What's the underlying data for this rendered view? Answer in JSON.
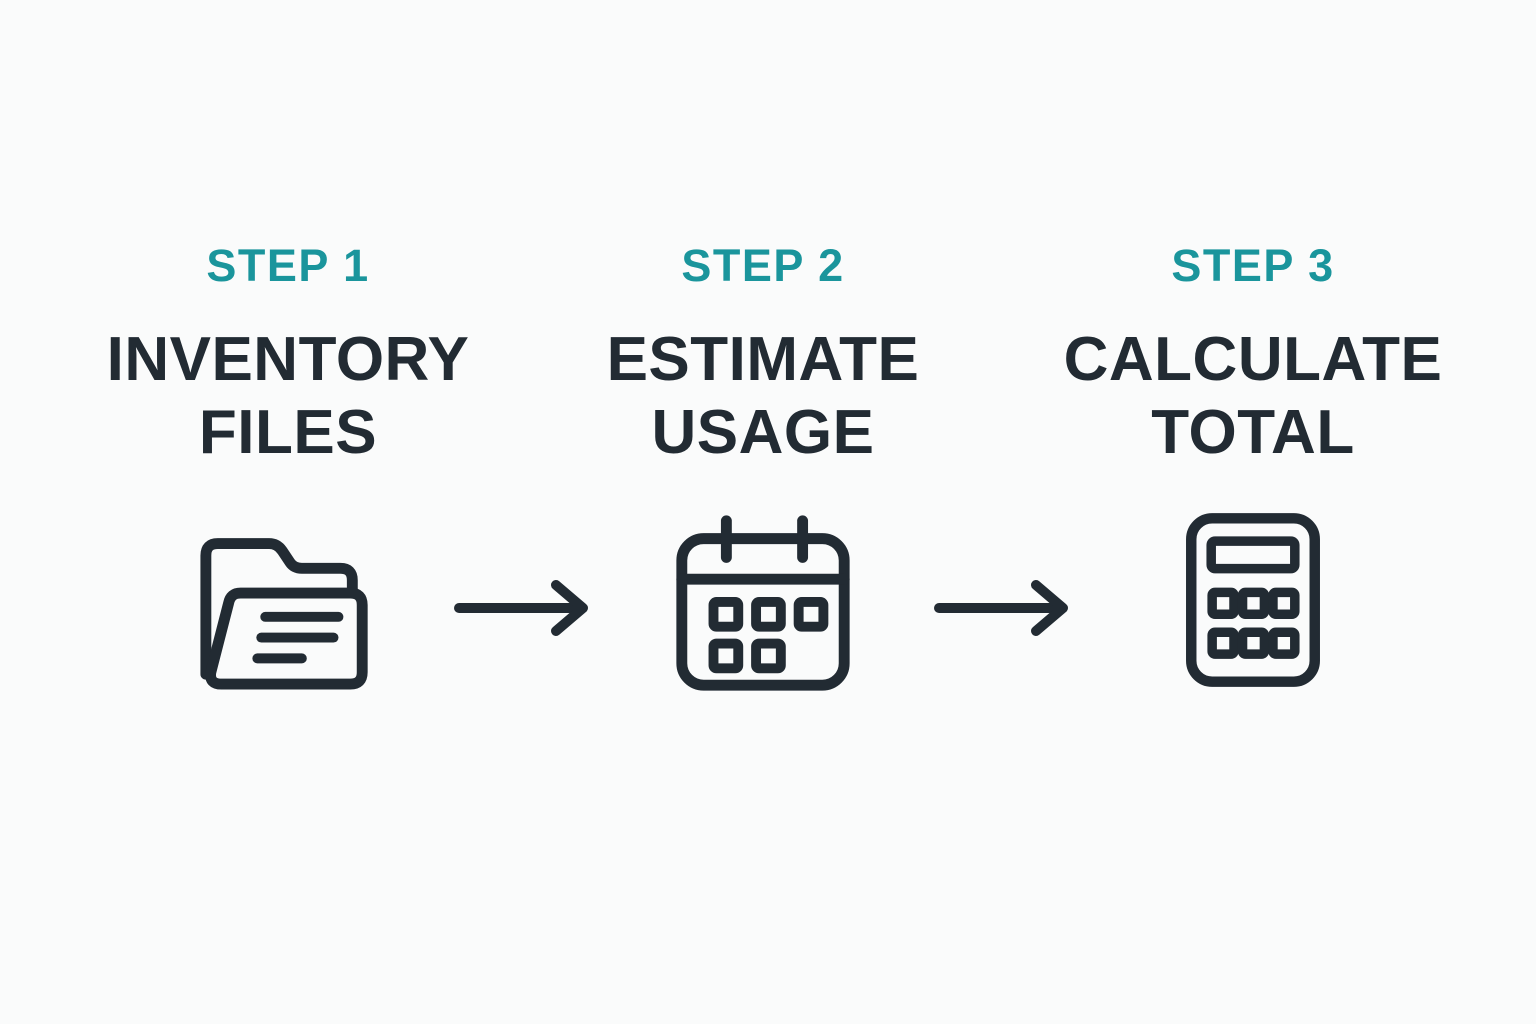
{
  "colors": {
    "accent": "#1A959C",
    "ink": "#222B33",
    "background": "#FAFBFB"
  },
  "diagram": {
    "type": "process-flow",
    "direction": "left-to-right",
    "steps": [
      {
        "label": "STEP 1",
        "title": "INVENTORY\nFILES",
        "icon": "folder-icon"
      },
      {
        "label": "STEP 2",
        "title": "ESTIMATE\nUSAGE",
        "icon": "calendar-icon"
      },
      {
        "label": "STEP 3",
        "title": "CALCULATE\nTOTAL",
        "icon": "calculator-icon"
      }
    ],
    "connectors": [
      {
        "icon": "arrow-right-icon",
        "from": "STEP 1",
        "to": "STEP 2"
      },
      {
        "icon": "arrow-right-icon",
        "from": "STEP 2",
        "to": "STEP 3"
      }
    ]
  }
}
